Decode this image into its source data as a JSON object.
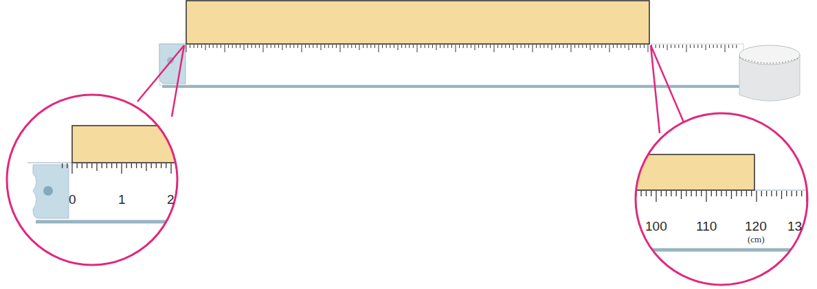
{
  "diagram": {
    "labels": [
      "0",
      "1",
      "2",
      "100",
      "110",
      "120",
      "(cm)",
      "13"
    ]
  }
}
